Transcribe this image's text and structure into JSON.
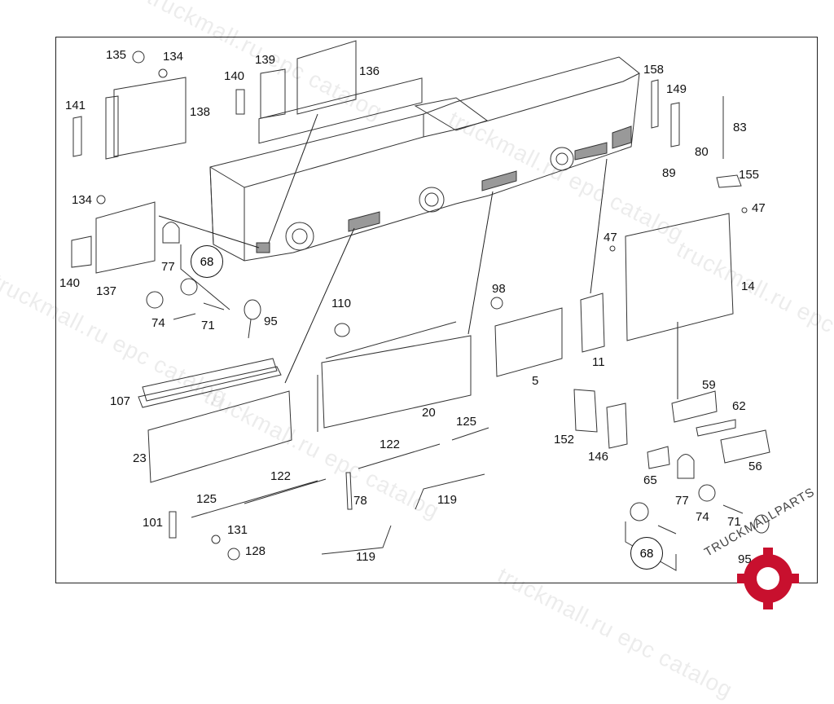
{
  "diagram": {
    "labels": [
      "135",
      "134",
      "141",
      "138",
      "140",
      "139",
      "136",
      "158",
      "149",
      "83",
      "80",
      "89",
      "155",
      "47",
      "134",
      "140",
      "137",
      "77",
      "74",
      "71",
      "95",
      "98",
      "110",
      "47",
      "14",
      "11",
      "5",
      "107",
      "20",
      "23",
      "59",
      "62",
      "152",
      "146",
      "56",
      "125",
      "122",
      "65",
      "77",
      "74",
      "71",
      "122",
      "125",
      "78",
      "119",
      "101",
      "131",
      "128",
      "119",
      "95"
    ],
    "circled_labels": [
      "68",
      "68"
    ]
  },
  "watermark": {
    "text": "truckmall.ru epc catalog"
  },
  "logo": {
    "text": "TRUCKMALLPARTS",
    "color": "#c8102e"
  },
  "colors": {
    "line": "#333333",
    "frame": "#222222"
  }
}
